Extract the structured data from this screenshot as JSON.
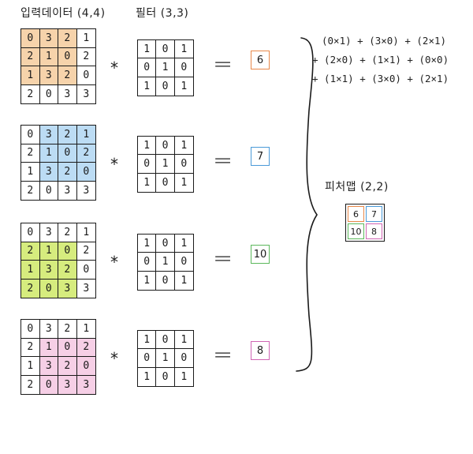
{
  "labels": {
    "input_title": "입력데이터 (4,4)",
    "filter_title": "필터 (3,3)",
    "featuremap_title": "피처맵 (2,2)",
    "mult_symbol": "*",
    "equals_symbol": "="
  },
  "input_matrix": [
    [
      "0",
      "3",
      "2",
      "1"
    ],
    [
      "2",
      "1",
      "0",
      "2"
    ],
    [
      "1",
      "3",
      "2",
      "0"
    ],
    [
      "2",
      "0",
      "3",
      "3"
    ]
  ],
  "filter_matrix": [
    [
      "1",
      "0",
      "1"
    ],
    [
      "0",
      "1",
      "0"
    ],
    [
      "1",
      "0",
      "1"
    ]
  ],
  "steps": [
    {
      "result": "6",
      "color": "#f6d3ab",
      "border": "#e8884a",
      "window_row": 0,
      "window_col": 0
    },
    {
      "result": "7",
      "color": "#bcdcf4",
      "border": "#4a9ad8",
      "window_row": 0,
      "window_col": 1
    },
    {
      "result": "10",
      "color": "#d6ec7e",
      "border": "#5cb85c",
      "window_row": 1,
      "window_col": 0
    },
    {
      "result": "8",
      "color": "#f6cfe6",
      "border": "#d066b4",
      "window_row": 1,
      "window_col": 1
    }
  ],
  "formula_lines": [
    "(0×1) + (3×0) + (2×1)",
    "+ (2×0) + (1×1) + (0×0)",
    "+ (1×1) + (3×0) + (2×1)"
  ],
  "feature_map": [
    {
      "value": "6",
      "border": "#e8884a"
    },
    {
      "value": "7",
      "border": "#4a9ad8"
    },
    {
      "value": "10",
      "border": "#5cb85c"
    },
    {
      "value": "8",
      "border": "#d066b4"
    }
  ]
}
